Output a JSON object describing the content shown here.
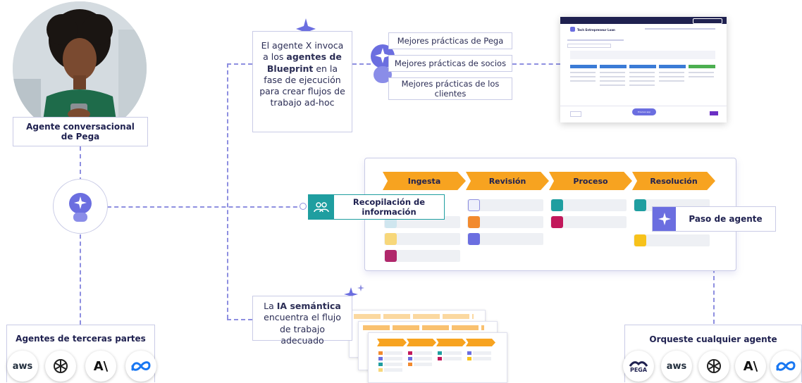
{
  "left": {
    "agent_label": "Agente conversacional de Pega",
    "third_party_title": "Agentes de terceras partes",
    "third_party_logos": [
      "aws",
      "openai",
      "anthropic",
      "meta"
    ]
  },
  "blueprint": {
    "text_pre": "El agente X invoca a los ",
    "text_bold": "agentes de Blueprint",
    "text_post": " en la fase de ejecución para crear flujos de trabajo ad-hoc",
    "practices": [
      "Mejores prácticas de Pega",
      "Mejores prácticas de socios",
      "Mejores prácticas de los clientes"
    ]
  },
  "workflow": {
    "stages": [
      "Ingesta",
      "Revisión",
      "Proceso",
      "Resolución"
    ],
    "info_step": "Recopilación de información",
    "agent_step": "Paso de agente"
  },
  "semantic": {
    "text_pre": "La ",
    "text_bold": "IA semántica",
    "text_post": " encuentra el flujo de trabajo adecuado"
  },
  "orchestrate": {
    "title": "Orqueste cualquier agente",
    "logos": [
      "PEGA",
      "aws",
      "openai",
      "anthropic",
      "meta"
    ]
  },
  "screenshot": {
    "title": "Tech Entrepreneur Loan",
    "button": "Preview app"
  },
  "colors": {
    "accent": "#6b6ee0",
    "orange": "#f7a320",
    "navy": "#1f2150",
    "teal": "#1f9ea0"
  }
}
